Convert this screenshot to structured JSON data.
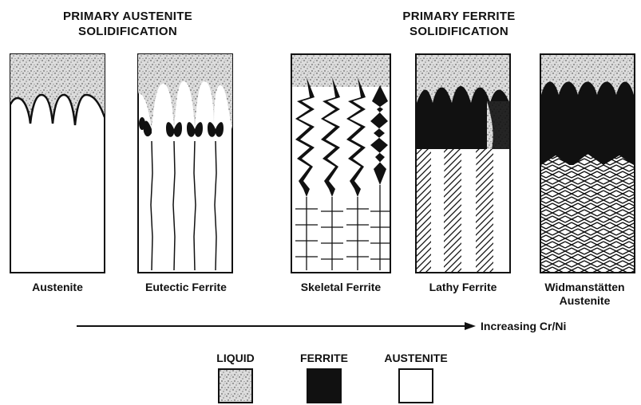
{
  "headings": {
    "austenite": [
      "PRIMARY AUSTENITE",
      "SOLIDIFICATION"
    ],
    "ferrite": [
      "PRIMARY FERRITE",
      "SOLIDIFICATION"
    ]
  },
  "panels": [
    {
      "key": "austenite",
      "caption": "Austenite"
    },
    {
      "key": "eutectic",
      "caption": "Eutectic Ferrite"
    },
    {
      "key": "skeletal",
      "caption": "Skeletal Ferrite"
    },
    {
      "key": "lathy",
      "caption": "Lathy Ferrite"
    },
    {
      "key": "widmanstatten",
      "caption": "Widmanstätten Austenite",
      "caption_lines": [
        "Widmanstätten",
        "Austenite"
      ]
    }
  ],
  "axis": {
    "label": "Increasing Cr/Ni"
  },
  "legend": [
    {
      "label": "LIQUID",
      "fill": "stipple"
    },
    {
      "label": "FERRITE",
      "fill": "#111111"
    },
    {
      "label": "AUSTENITE",
      "fill": "#ffffff"
    }
  ],
  "colors": {
    "ink": "#111111",
    "paper": "#ffffff",
    "stipple_base": "#d9d9d9"
  }
}
